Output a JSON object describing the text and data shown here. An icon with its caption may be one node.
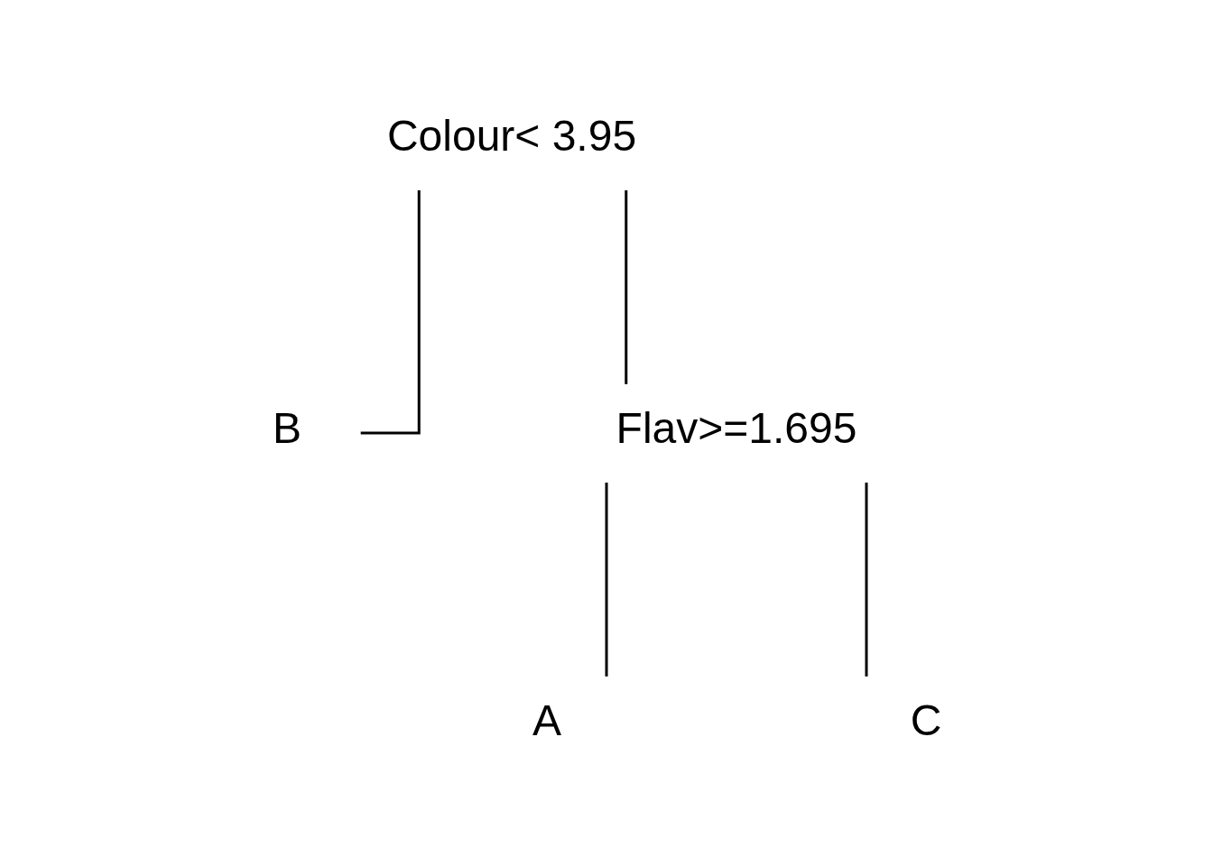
{
  "diagram": {
    "nodes": [
      {
        "text": [
          "Colour< 3.95"
        ]
      },
      {
        "text": [
          "B"
        ]
      },
      {
        "text": [
          "Flav>=1.695"
        ]
      },
      {
        "text": [
          "A"
        ]
      },
      {
        "text": [
          "C"
        ]
      }
    ],
    "edges": [
      {
        "from": 0,
        "to": 1,
        "arrow": "none"
      },
      {
        "from": 0,
        "to": 2,
        "arrow": "none"
      },
      {
        "from": 2,
        "to": 3,
        "arrow": "none"
      },
      {
        "from": 2,
        "to": 4,
        "arrow": "none"
      }
    ]
  }
}
